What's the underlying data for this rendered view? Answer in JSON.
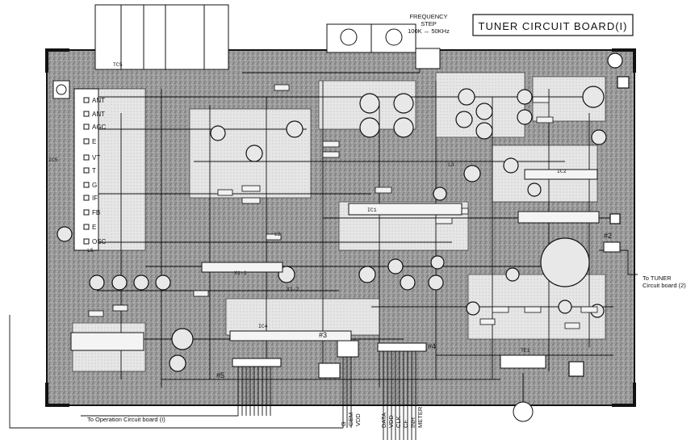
{
  "title": "TUNER CIRCUIT BOARD(I)",
  "frequency_step": {
    "line1": "FREQUENCY",
    "line2": "STEP",
    "line3": "100K ↔ 50KHz"
  },
  "left_pins": [
    "ANT",
    "ANT",
    "AGC",
    "E",
    "VT",
    "T",
    "G",
    "IF",
    "FB",
    "E",
    "OSC"
  ],
  "to_tuner": {
    "line1": "To TUNER",
    "line2": "Circuit board (2)"
  },
  "to_operation": "To  Operation Circuit board (I)",
  "bottom_signals_left": [
    "G",
    "GEM",
    "VDD"
  ],
  "bottom_signals_right": [
    "DATA",
    "VDD",
    "CLK",
    "CE",
    "INH",
    "METER"
  ],
  "connectors": {
    "c5": "#5",
    "c4": "#4",
    "c3": "#3",
    "c2": "#2"
  },
  "component_labels": [
    "IC1",
    "IC2",
    "IC4",
    "IC5",
    "TE1",
    "X1-1",
    "X1-2",
    "TC5",
    "L2",
    "L3",
    "L5"
  ]
}
